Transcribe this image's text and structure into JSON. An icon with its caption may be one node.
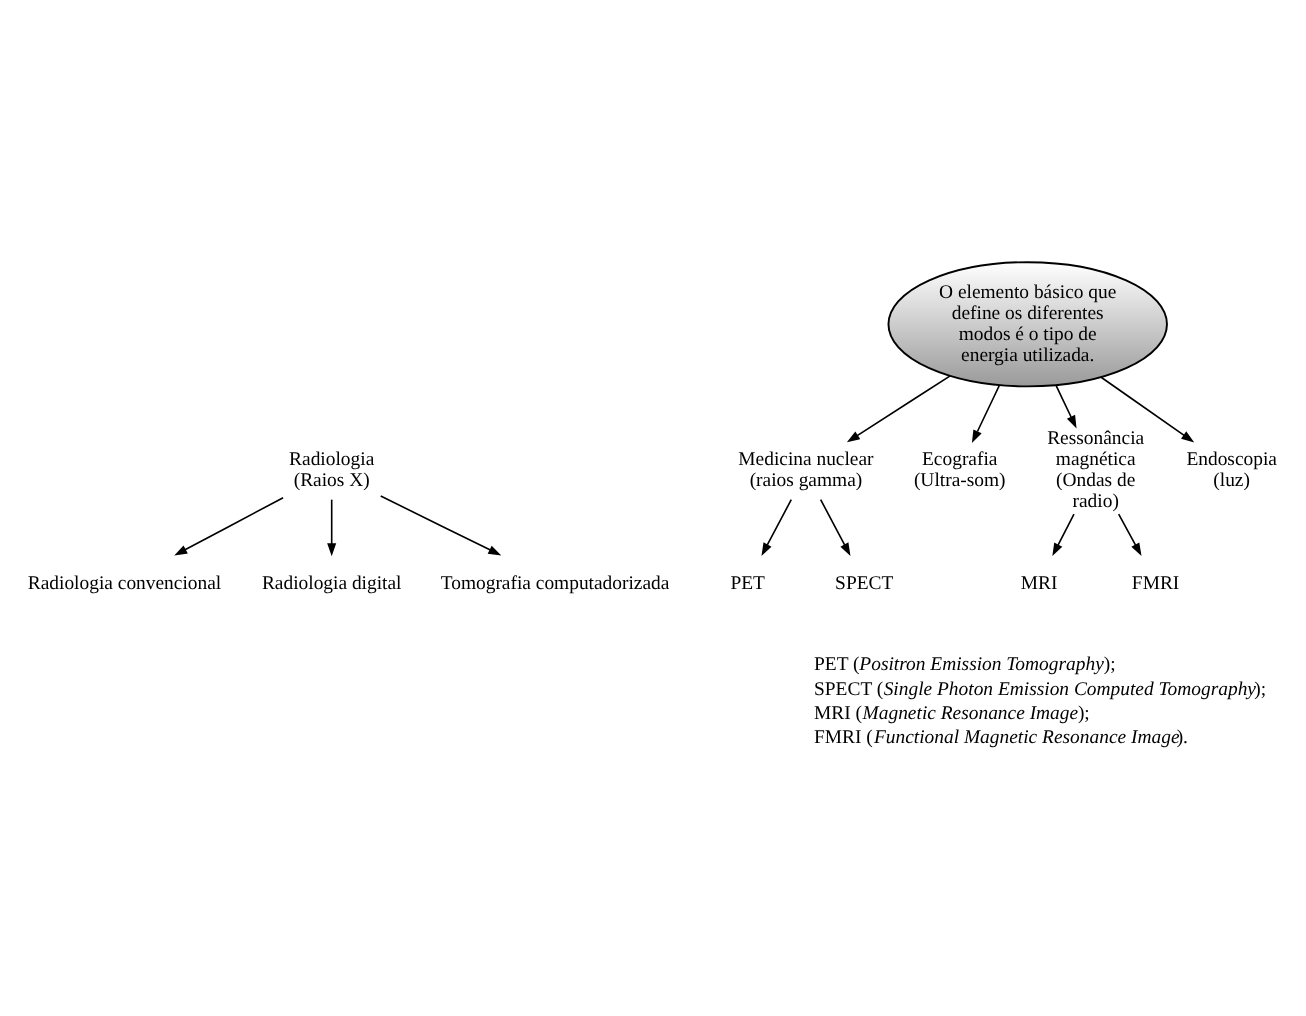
{
  "diagram": {
    "nodes": [
      {
        "text": [
          "Radiologia (Raios X)"
        ]
      },
      {
        "text": [
          "Radiologia convencional"
        ]
      },
      {
        "text": [
          "Radiologia digital"
        ]
      },
      {
        "text": [
          "Tomografia computadorizada"
        ]
      },
      {
        "text": [
          "Medicina nuclear (raios gamma)"
        ]
      },
      {
        "text": [
          "PET"
        ]
      },
      {
        "text": [
          "SPECT"
        ]
      },
      {
        "text": [
          "O elemento básico que define os diferentes modos é o tipo de energia utilizada."
        ]
      },
      {
        "text": [
          "Ecografia (Ultra-som)"
        ]
      },
      {
        "text": [
          "Ressonância magnética (Ondas de radio)"
        ]
      },
      {
        "text": [
          "Endoscopia (luz)"
        ]
      },
      {
        "text": [
          "MRI"
        ]
      },
      {
        "text": [
          "FMRI"
        ]
      }
    ],
    "edges": [
      {
        "from": 0,
        "to": 1,
        "arrow": "to"
      },
      {
        "from": 0,
        "to": 2,
        "arrow": "to"
      },
      {
        "from": 0,
        "to": 3,
        "arrow": "to"
      },
      {
        "from": 7,
        "to": 4,
        "arrow": "to"
      },
      {
        "from": 4,
        "to": 5,
        "arrow": "to"
      },
      {
        "from": 4,
        "to": 6,
        "arrow": "to"
      },
      {
        "from": 7,
        "to": 8,
        "arrow": "to"
      },
      {
        "from": 7,
        "to": 9,
        "arrow": "to"
      },
      {
        "from": 7,
        "to": 10,
        "arrow": "to"
      },
      {
        "from": 9,
        "to": 11,
        "arrow": "to"
      },
      {
        "from": 9,
        "to": 12,
        "arrow": "to"
      }
    ],
    "labels": [
      "PET (*Positron Emission Tomography*);",
      "SPECT (*Single Photon Emission Computed Tomography*);",
      "MRI (*Magnetic Resonance Image*);",
      "FMRI (*Functional Magnetic Resonance Image*)."
    ]
  }
}
